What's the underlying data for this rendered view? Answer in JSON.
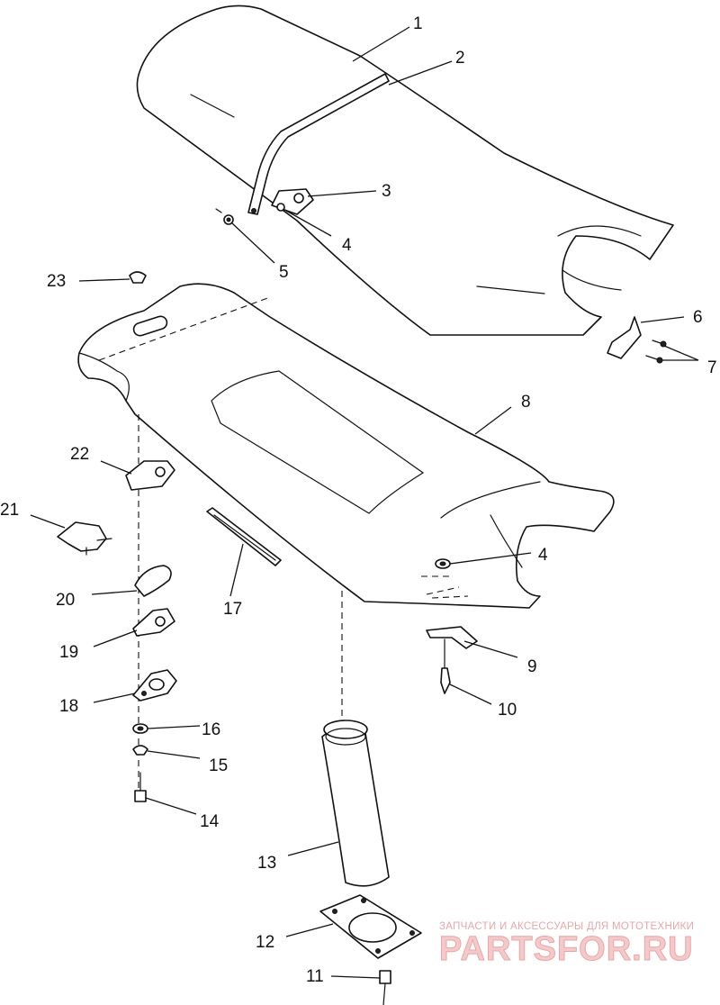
{
  "diagram": {
    "callouts": [
      "1",
      "2",
      "3",
      "4",
      "5",
      "6",
      "7",
      "8",
      "4",
      "9",
      "10",
      "23",
      "22",
      "21",
      "20",
      "19",
      "18",
      "17",
      "16",
      "15",
      "14",
      "13",
      "12",
      "11"
    ]
  },
  "watermark": {
    "caption": "ЗАПЧАСТИ И АКСЕССУАРЫ ДЛЯ МОТОТЕХНИКИ",
    "logo_text": "PARTSFOR.RU"
  }
}
